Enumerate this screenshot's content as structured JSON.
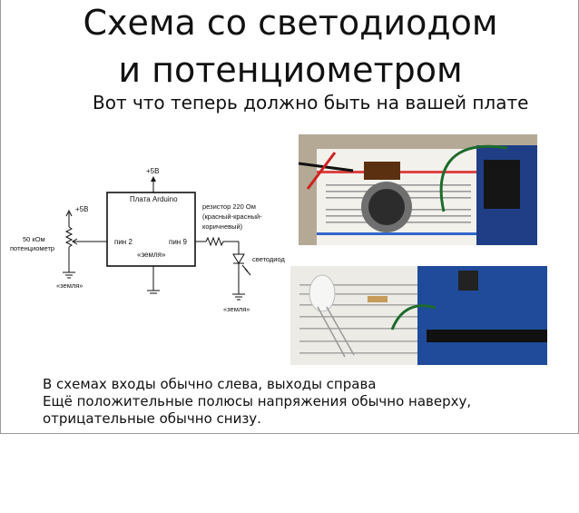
{
  "slide": {
    "title_line1": "Схема со светодиодом",
    "title_line2": "и потенциометром",
    "subtitle": "Вот что теперь должно быть на вашей плате"
  },
  "schematic": {
    "vcc_top": "+5В",
    "vcc_left": "+5В",
    "board_label": "Плата Arduino",
    "pot_label_1": "50 кОм",
    "pot_label_2": "потенциометр",
    "pin_in": "пин 2",
    "pin_out": "пин 9",
    "board_ground": "«земля»",
    "resistor_1": "резистор 220 Ом",
    "resistor_2": "(красный-красный-",
    "resistor_3": "коричневый)",
    "led_label": "светодиод",
    "ground_left": "«земля»",
    "ground_right": "«земля»"
  },
  "notes": [
    "В схемах входы обычно слева, выходы справа",
    "Ещё положительные полюсы напряжения обычно наверху,",
    "отрицательные обычно снизу."
  ]
}
